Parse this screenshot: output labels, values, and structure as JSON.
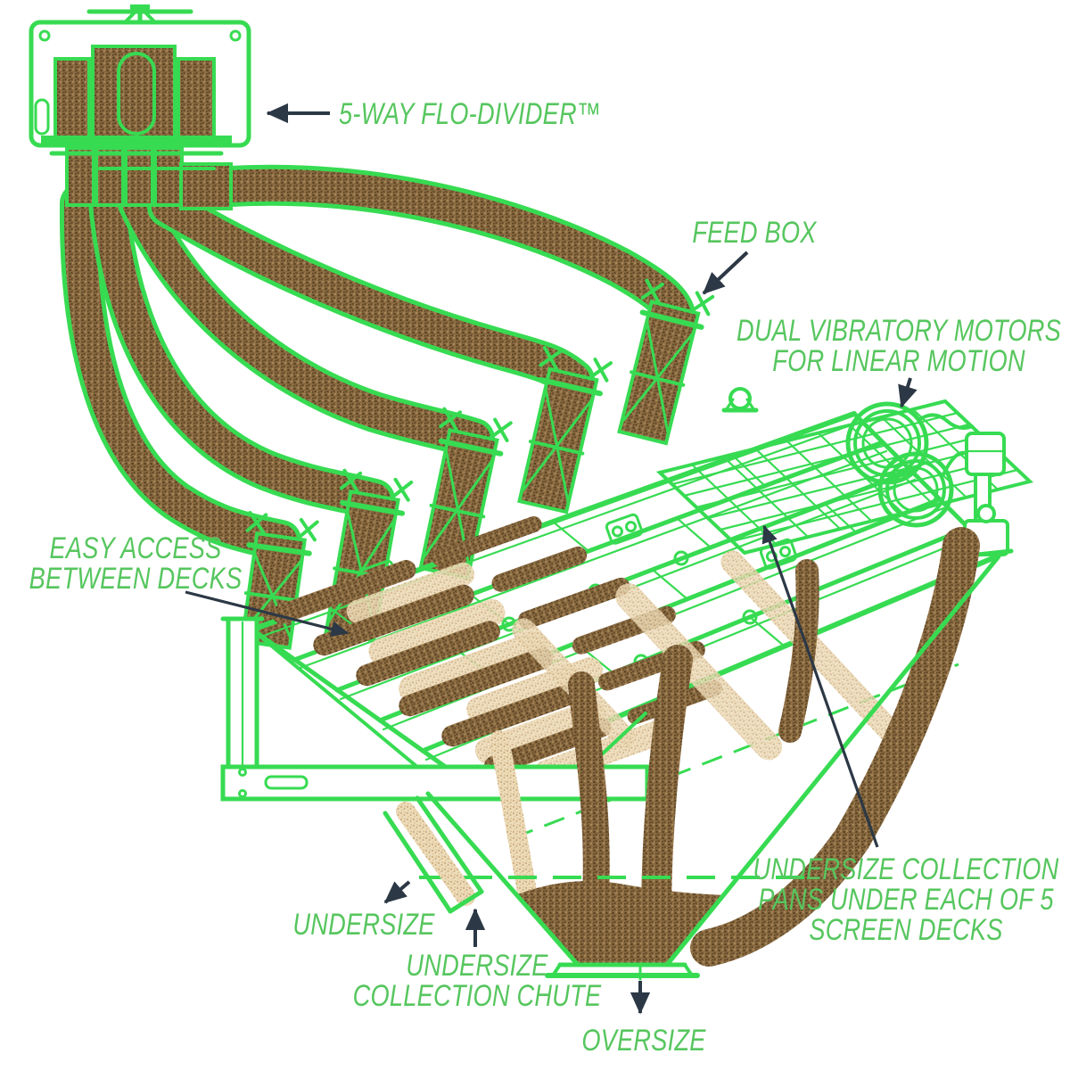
{
  "diagram": {
    "labels": {
      "flo_divider": "5-WAY FLO-DIVIDER™",
      "feed_box": "FEED BOX",
      "dual_motors_line1": "DUAL VIBRATORY MOTORS",
      "dual_motors_line2": "FOR LINEAR MOTION",
      "easy_access_line1": "EASY ACCESS",
      "easy_access_line2": "BETWEEN DECKS",
      "undersize_pans_line1": "UNDERSIZE COLLECTION",
      "undersize_pans_line2": "PANS UNDER EACH OF 5",
      "undersize_pans_line3": "SCREEN DECKS",
      "undersize": "UNDERSIZE",
      "undersize_chute_line1": "UNDERSIZE",
      "undersize_chute_line2": "COLLECTION CHUTE",
      "oversize": "OVERSIZE"
    },
    "colors": {
      "machine_green": "#37db52",
      "label_green": "#56c65e",
      "arrow_dark": "#2c3845",
      "material_brown": "#8a6a41",
      "material_brown_dark": "#5a4322",
      "material_tan": "#eddcba",
      "background": "#ffffff"
    }
  }
}
